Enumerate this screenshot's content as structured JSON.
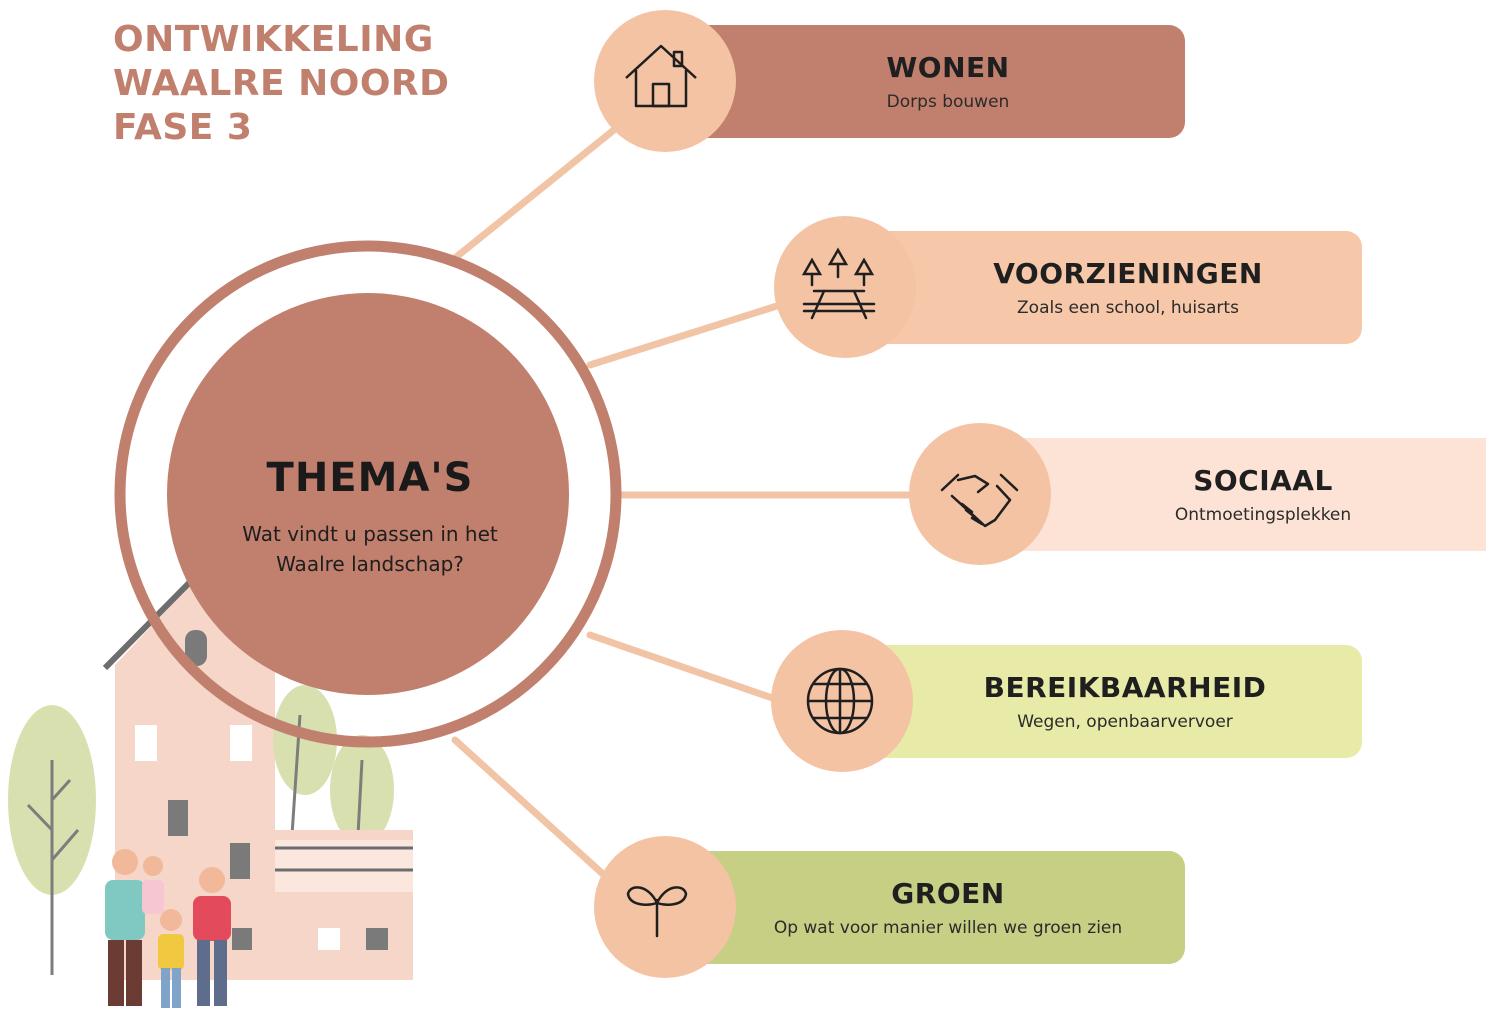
{
  "title": {
    "line1": "ONTWIKKELING",
    "line2": "WAALRE NOORD",
    "line3": "FASE 3"
  },
  "center": {
    "title": "THEMA'S",
    "subtitle_line1": "Wat vindt u passen in het",
    "subtitle_line2": "Waalre landschap?"
  },
  "themes": [
    {
      "title": "WONEN",
      "subtitle": "Dorps bouwen",
      "icon": "house-icon",
      "color": "#c17f6d"
    },
    {
      "title": "VOORZIENINGEN",
      "subtitle": "Zoals een school, huisarts",
      "icon": "picnic-table-trees-icon",
      "color": "#f6c7a8"
    },
    {
      "title": "SOCIAAL",
      "subtitle": "Ontmoetingsplekken",
      "icon": "handshake-icon",
      "color": "#fde3d6"
    },
    {
      "title": "BEREIKBAARHEID",
      "subtitle": "Wegen, openbaarvervoer",
      "icon": "globe-icon",
      "color": "#e8eba8"
    },
    {
      "title": "GROEN",
      "subtitle": "Op wat voor manier willen we groen zien",
      "icon": "sprout-icon",
      "color": "#c7cf85"
    }
  ],
  "colors": {
    "accent": "#c17f6d",
    "peach_circle": "#f4c3a3",
    "connector": "#f2c4a6"
  }
}
